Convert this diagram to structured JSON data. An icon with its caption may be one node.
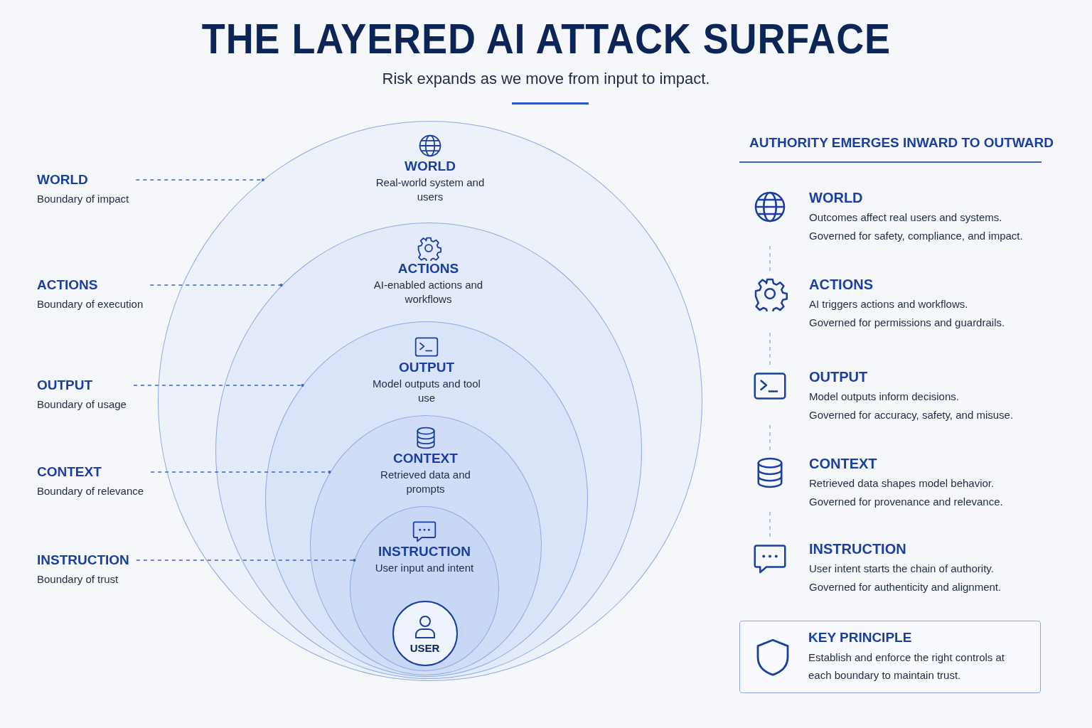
{
  "diagram": {
    "title": "THE LAYERED AI ATTACK SURFACE",
    "nodes": [
      {
        "text": [
          "WORLD",
          "Real-world system and users"
        ]
      },
      {
        "text": [
          "ACTIONS",
          "AI-enabled actions and workflows"
        ],
        "in": 0
      },
      {
        "text": [
          "OUTPUT",
          "Model outputs and tool use"
        ],
        "in": 1
      },
      {
        "text": [
          "CONTEXT",
          "Retrieved data and prompts"
        ],
        "in": 2
      },
      {
        "text": [
          "INSTRUCTION",
          "User input and intent"
        ],
        "in": 3
      },
      {
        "text": [
          "USER"
        ],
        "in": 4
      },
      {
        "text": [
          "WORLD",
          "Boundary of impact"
        ]
      },
      {
        "text": [
          "ACTIONS",
          "Boundary of execution"
        ]
      },
      {
        "text": [
          "OUTPUT",
          "Boundary of usage"
        ]
      },
      {
        "text": [
          "CONTEXT",
          "Boundary of relevance"
        ]
      },
      {
        "text": [
          "INSTRUCTION",
          "Boundary of trust"
        ]
      },
      {
        "text": [
          "WORLD",
          "Outcomes affect real users and systems.",
          "Governed for safety, compliance, and impact."
        ]
      },
      {
        "text": [
          "ACTIONS",
          "AI triggers actions and workflows.",
          "Governed for permissions and guardrails."
        ]
      },
      {
        "text": [
          "OUTPUT",
          "Model outputs inform decisions.",
          "Governed for accuracy, safety, and misuse."
        ]
      },
      {
        "text": [
          "CONTEXT",
          "Retrieved data shapes model behavior.",
          "Governed for provenance and relevance."
        ]
      },
      {
        "text": [
          "INSTRUCTION",
          "User intent starts the chain of authority.",
          "Governed for authenticity and alignment."
        ]
      },
      {
        "text": [
          "KEY PRINCIPLE",
          "Establish and enforce the right controls at each boundary to maintain trust."
        ]
      }
    ],
    "edges": [
      {
        "from": 6,
        "to": 0,
        "arrow": "other",
        "style": "dashed"
      },
      {
        "from": 7,
        "to": 1,
        "arrow": "other",
        "style": "dashed"
      },
      {
        "from": 8,
        "to": 2,
        "arrow": "other",
        "style": "dashed"
      },
      {
        "from": 9,
        "to": 3,
        "arrow": "other",
        "style": "dashed"
      },
      {
        "from": 10,
        "to": 4,
        "arrow": "other",
        "style": "dashed"
      },
      {
        "from": 11,
        "to": 12,
        "arrow": "none",
        "style": "dashed"
      },
      {
        "from": 12,
        "to": 13,
        "arrow": "none",
        "style": "dashed"
      },
      {
        "from": 13,
        "to": 14,
        "arrow": "none",
        "style": "dashed"
      },
      {
        "from": 14,
        "to": 15,
        "arrow": "none",
        "style": "dashed"
      }
    ],
    "labels": [
      "Risk expands as we move from input to impact.",
      "AUTHORITY EMERGES INWARD TO OUTWARD"
    ]
  }
}
